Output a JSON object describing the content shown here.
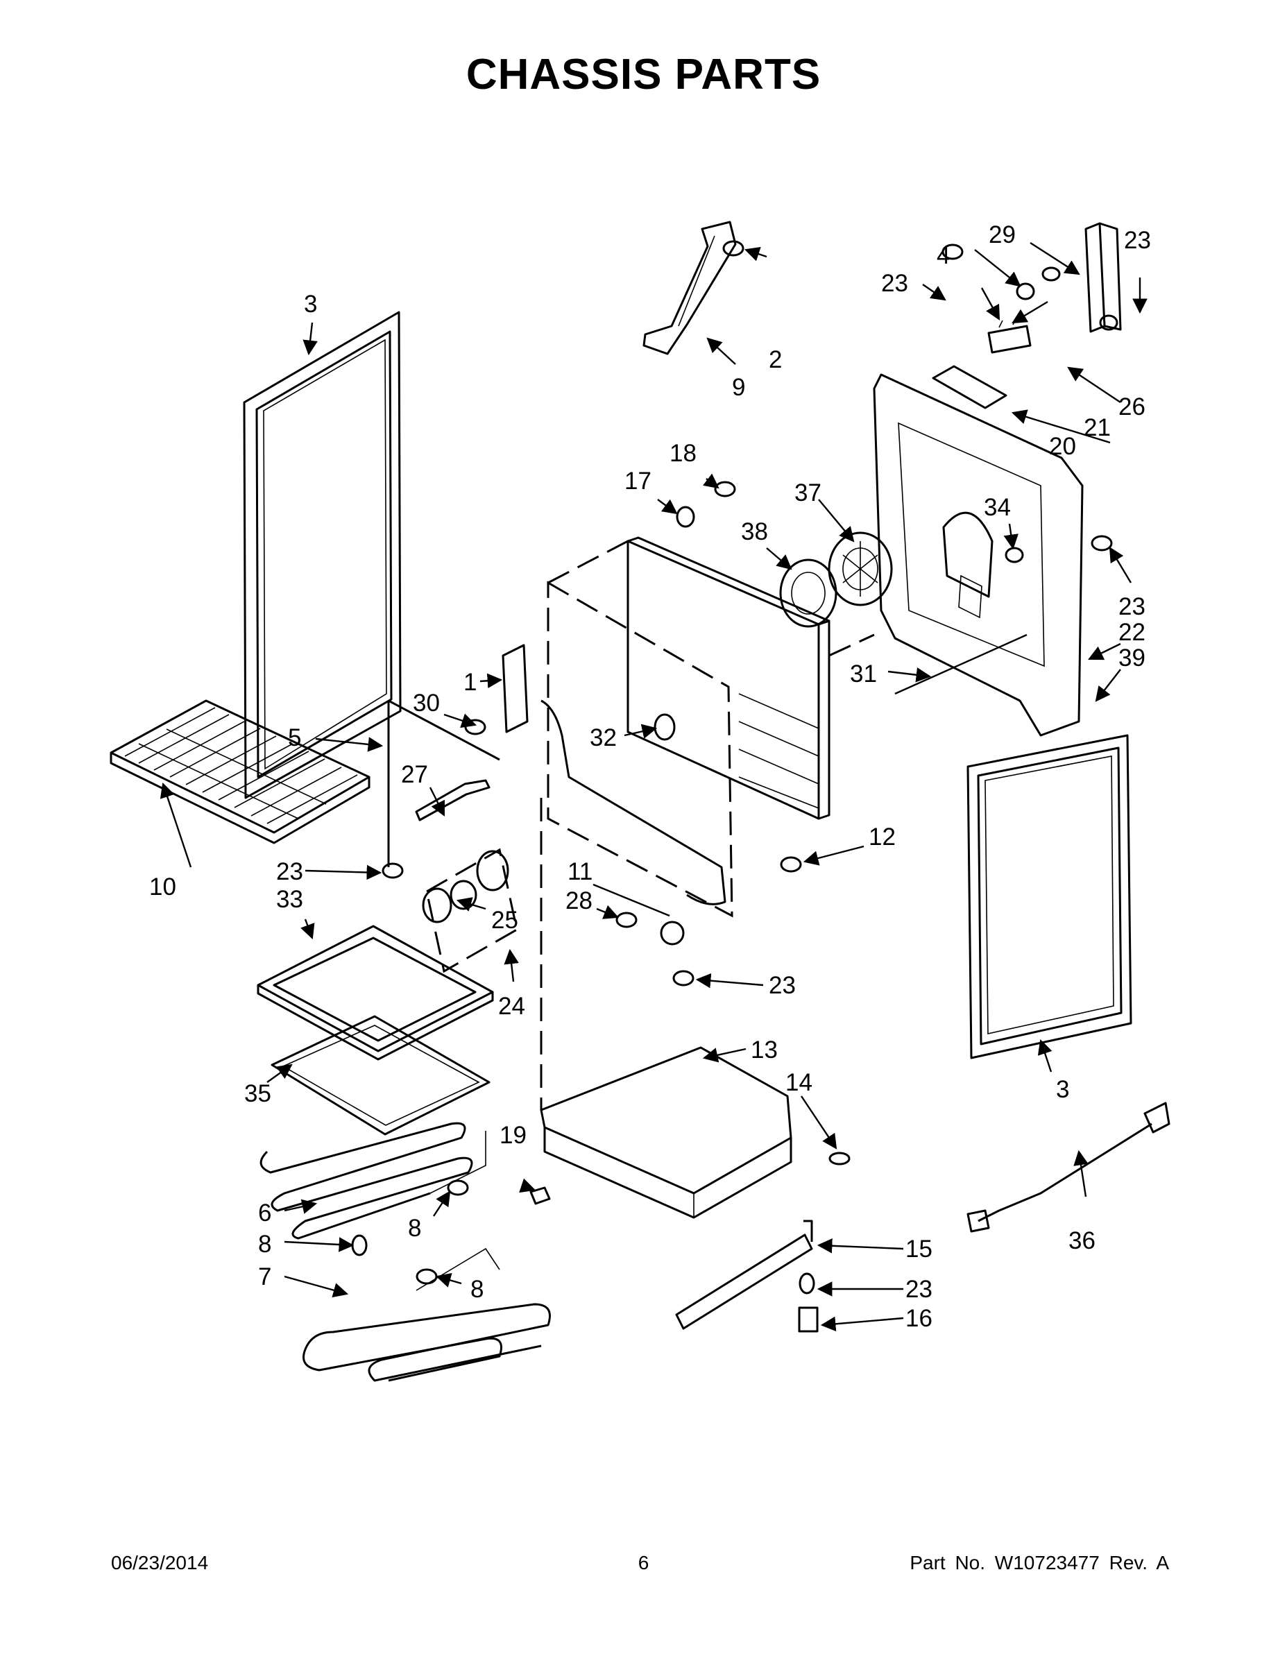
{
  "page": {
    "title": "CHASSIS PARTS",
    "footer": {
      "date": "06/23/2014",
      "page_number": "6",
      "part_number": "Part No.  W10723477  Rev.  A"
    }
  },
  "callouts": [
    "1",
    "2",
    "3",
    "4",
    "5",
    "6",
    "7",
    "8",
    "9",
    "10",
    "11",
    "12",
    "13",
    "14",
    "15",
    "16",
    "17",
    "18",
    "19",
    "20",
    "21",
    "22",
    "23",
    "24",
    "25",
    "26",
    "27",
    "28",
    "29",
    "30",
    "31",
    "32",
    "33",
    "34",
    "35",
    "36",
    "37",
    "38",
    "39"
  ]
}
